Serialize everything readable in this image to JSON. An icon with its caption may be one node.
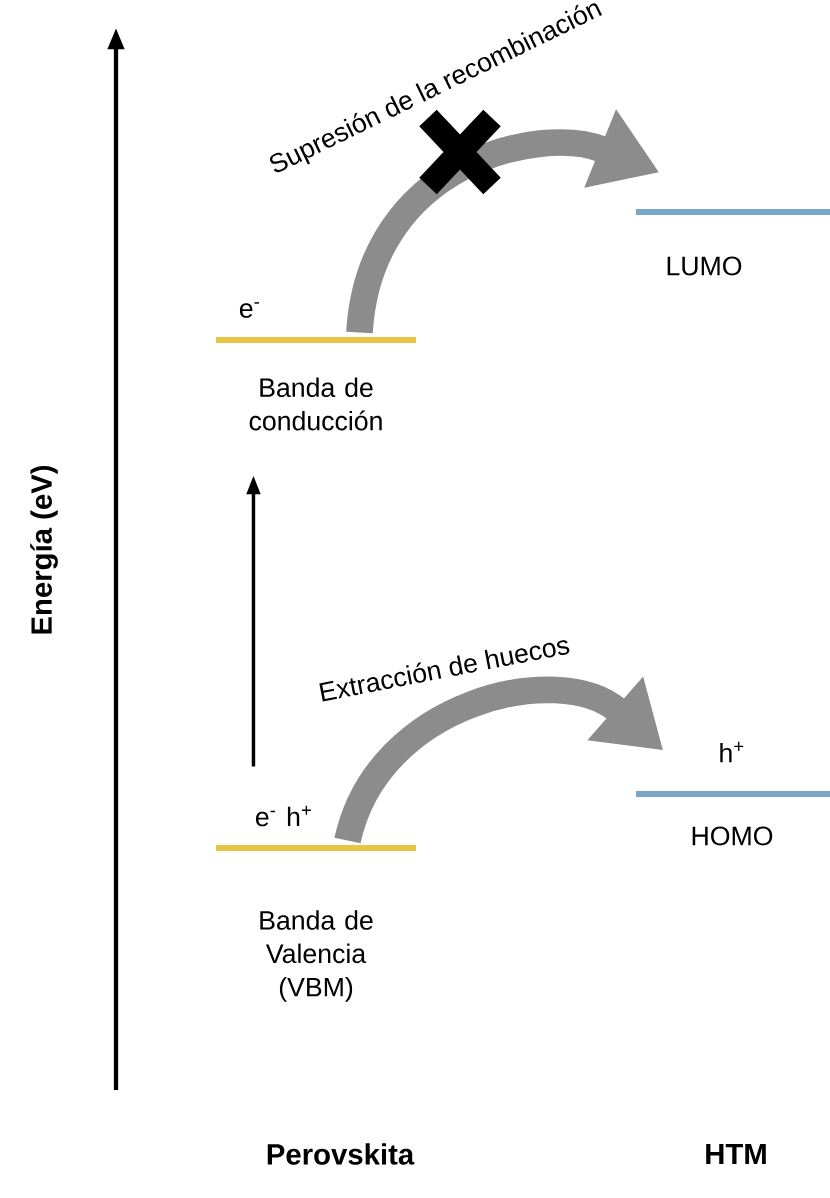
{
  "diagram": {
    "nodes": [
      {
        "text": [
          "e$^{-}$",
          "Banda de conducción"
        ]
      },
      {
        "text": [
          "LUMO"
        ]
      },
      {
        "text": [
          "e$^{-}$ h$^{+}$",
          "Banda de Valencia (VBM)"
        ]
      },
      {
        "text": [
          "h$^{+}$",
          "HOMO"
        ]
      }
    ],
    "edges": [
      {
        "from": 0,
        "to": 1,
        "arrow": "to",
        "label": "Supresión de la recombinación"
      },
      {
        "from": 2,
        "to": 3,
        "arrow": "to",
        "label": "Extracción de huecos"
      },
      {
        "from": 2,
        "to": 0,
        "arrow": "to",
        "color": "#000000"
      }
    ],
    "labels": [
      "Energía (eV)",
      "Perovskita",
      "HTM"
    ]
  }
}
